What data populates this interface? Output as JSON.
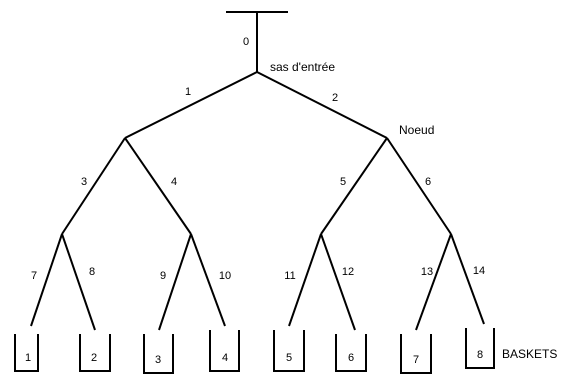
{
  "labels": {
    "entrance": "sas d'entrée",
    "node": "Noeud",
    "baskets": "BASKETS"
  },
  "edges": [
    "0",
    "1",
    "2",
    "3",
    "4",
    "5",
    "6",
    "7",
    "8",
    "9",
    "10",
    "11",
    "12",
    "13",
    "14"
  ],
  "basket_numbers": [
    "1",
    "2",
    "3",
    "4",
    "5",
    "6",
    "7",
    "8"
  ],
  "colors": {
    "line": "#000000",
    "background": "#ffffff"
  }
}
